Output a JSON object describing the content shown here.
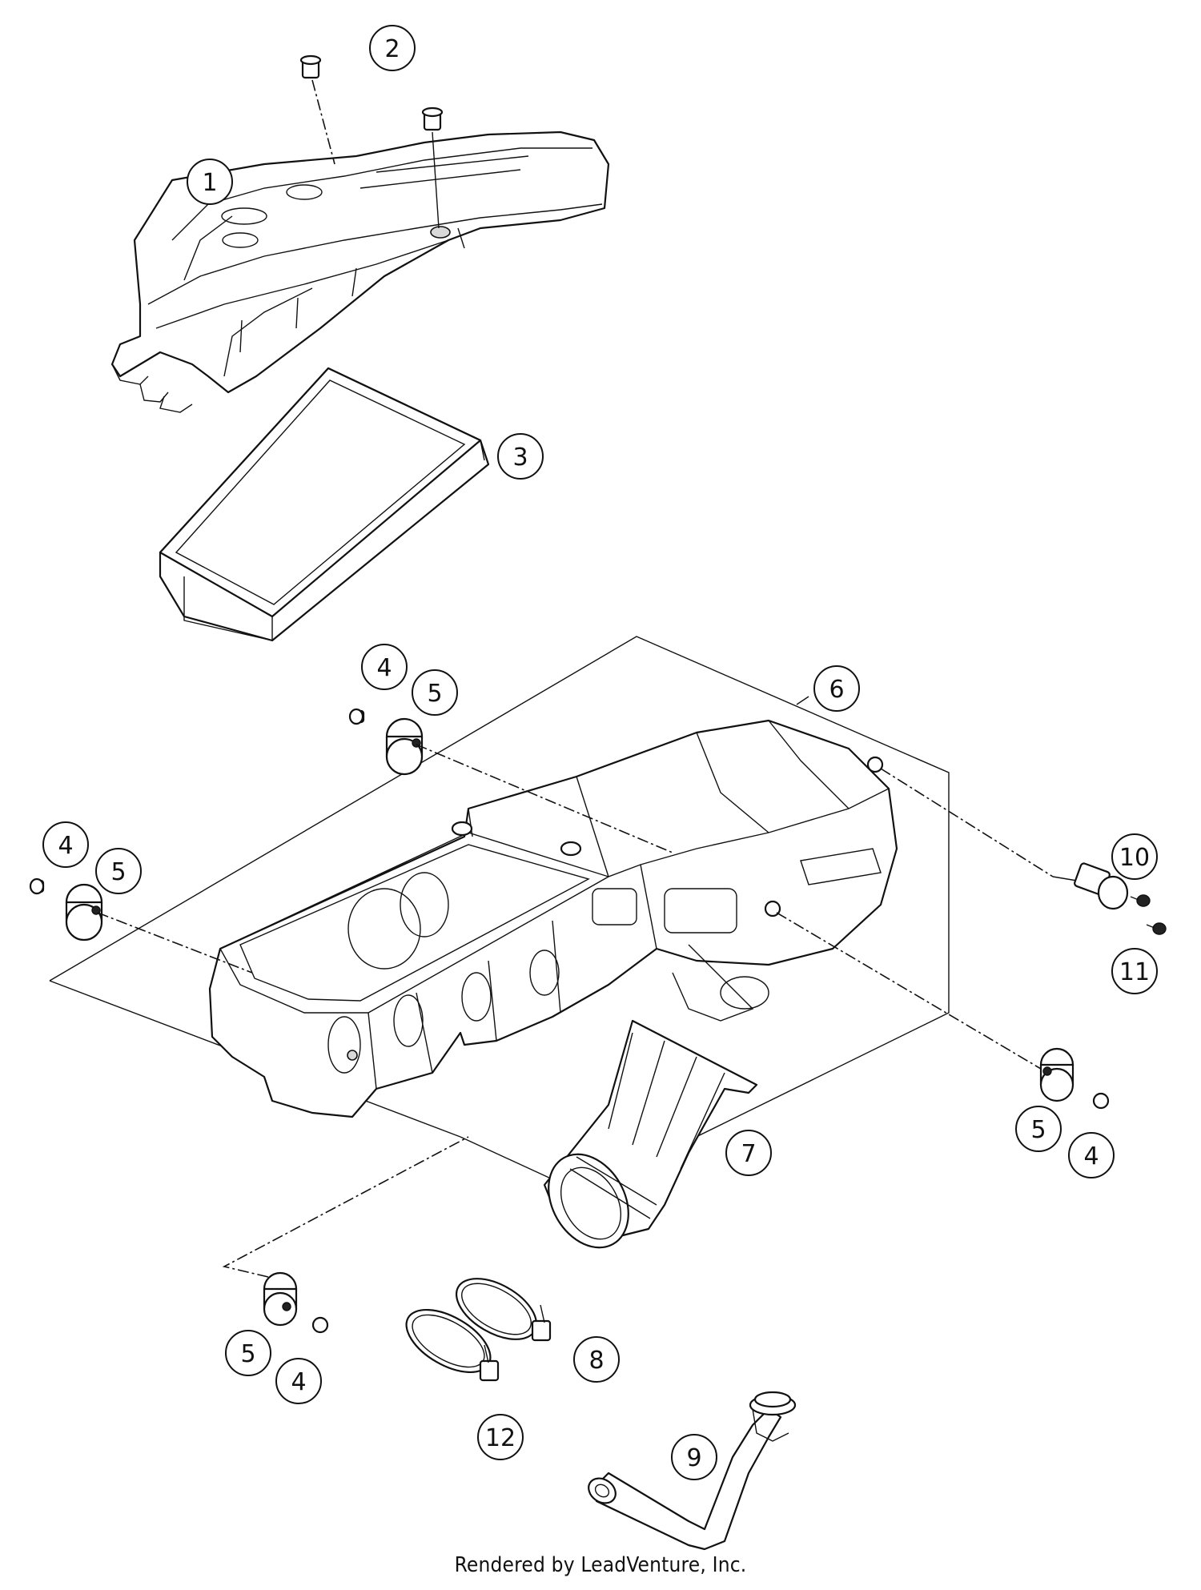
{
  "callouts": [
    {
      "id": "1",
      "label": "1"
    },
    {
      "id": "2",
      "label": "2"
    },
    {
      "id": "3",
      "label": "3"
    },
    {
      "id": "4a",
      "label": "4"
    },
    {
      "id": "5a",
      "label": "5"
    },
    {
      "id": "6",
      "label": "6"
    },
    {
      "id": "4b",
      "label": "4"
    },
    {
      "id": "5b",
      "label": "5"
    },
    {
      "id": "10",
      "label": "10"
    },
    {
      "id": "11",
      "label": "11"
    },
    {
      "id": "7",
      "label": "7"
    },
    {
      "id": "5c",
      "label": "5"
    },
    {
      "id": "4c",
      "label": "4"
    },
    {
      "id": "5d",
      "label": "5"
    },
    {
      "id": "4d",
      "label": "4"
    },
    {
      "id": "8",
      "label": "8"
    },
    {
      "id": "12",
      "label": "12"
    },
    {
      "id": "9",
      "label": "9"
    }
  ],
  "footer": {
    "text": "Rendered by LeadVenture, Inc."
  }
}
